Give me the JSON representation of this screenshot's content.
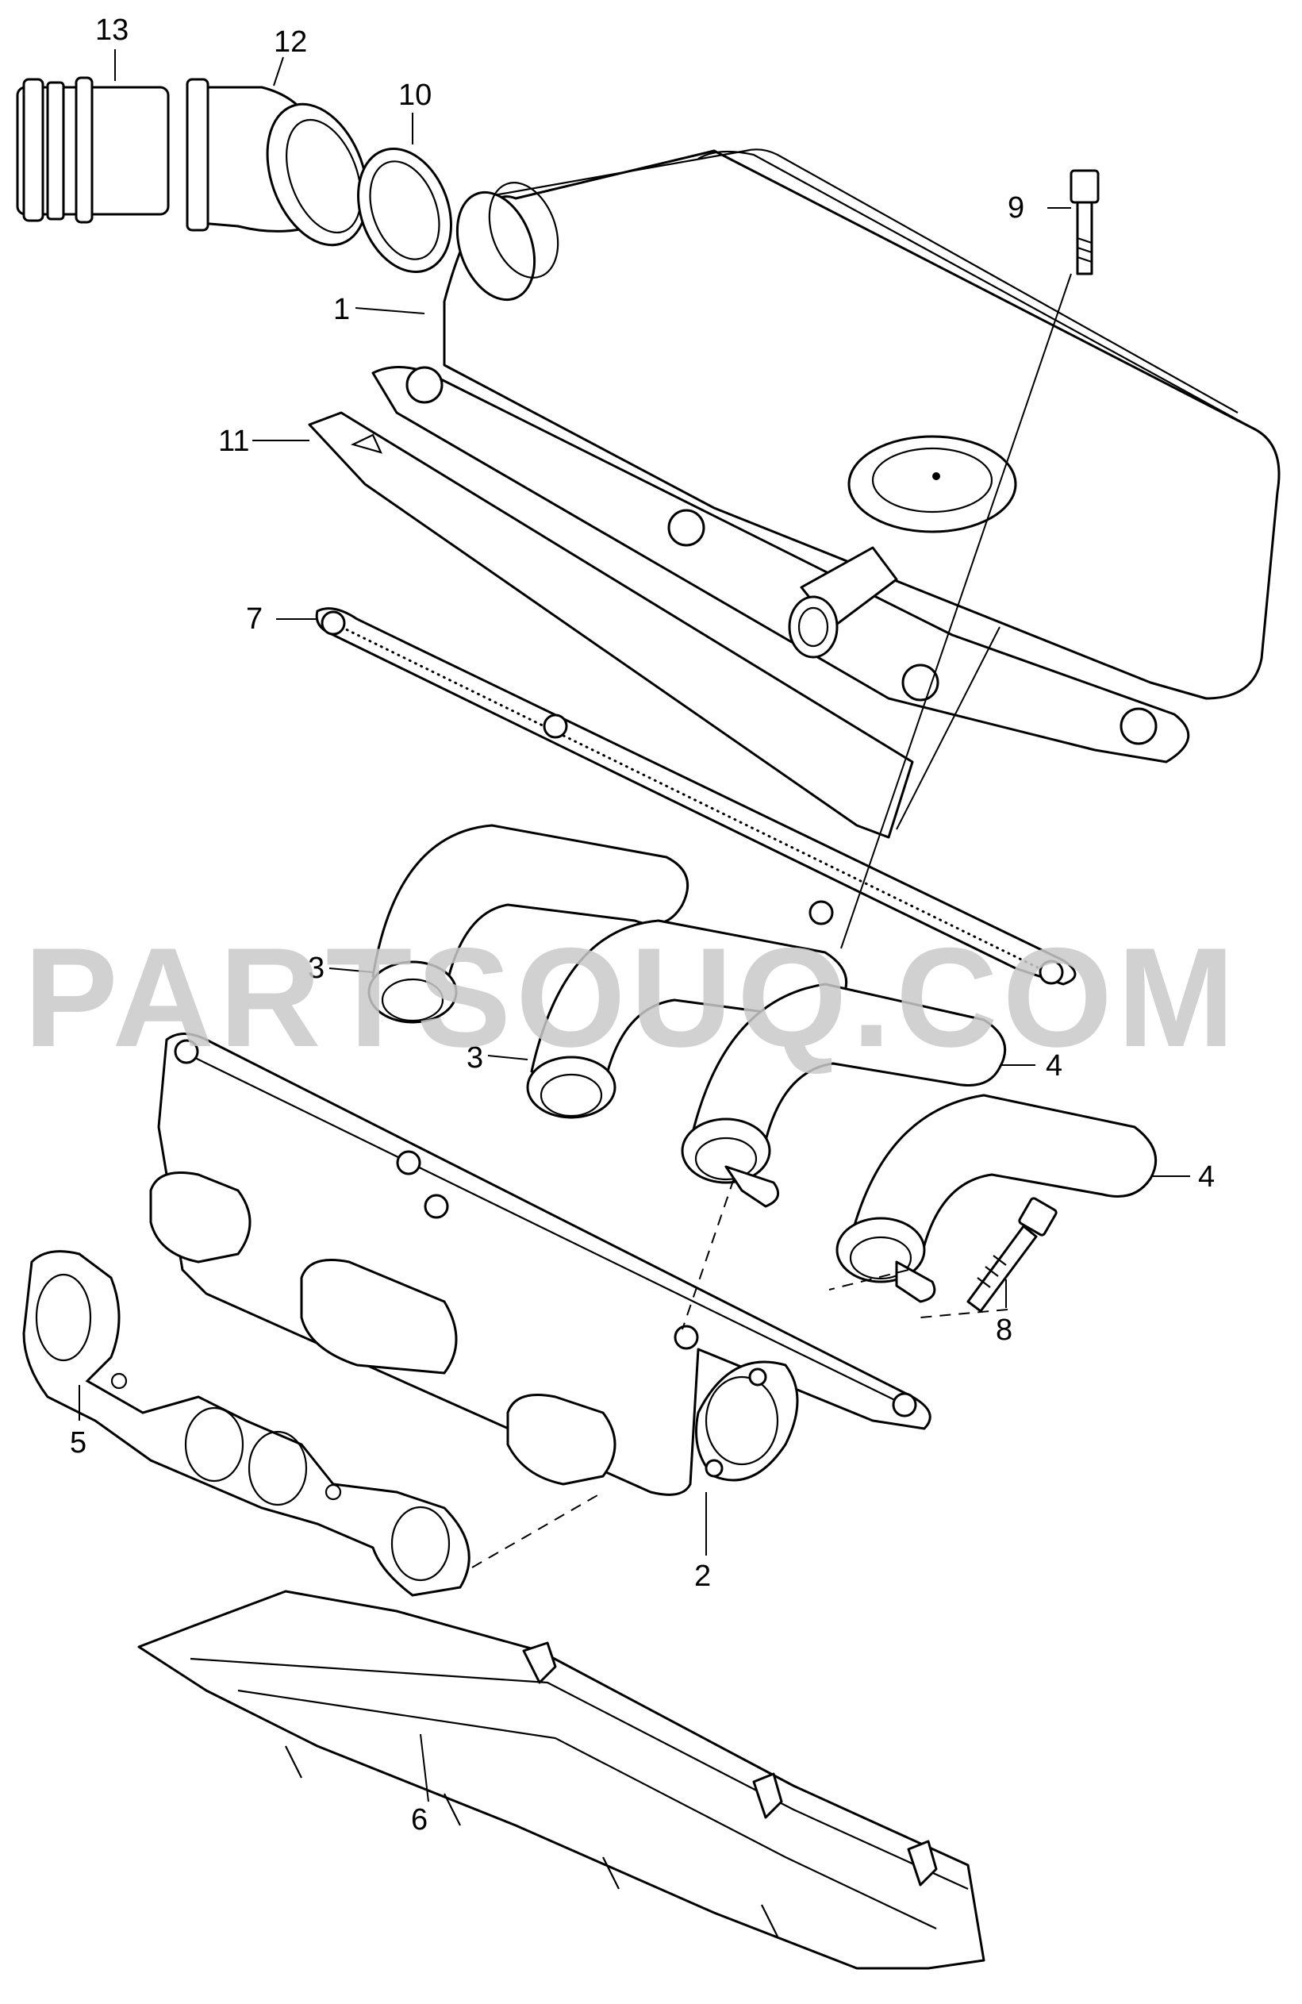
{
  "watermark": "PARTSOUQ.COM",
  "callouts": [
    "13",
    "12",
    "10",
    "9",
    "1",
    "11",
    "7",
    "3",
    "3",
    "4",
    "4",
    "8",
    "5",
    "2",
    "6"
  ]
}
